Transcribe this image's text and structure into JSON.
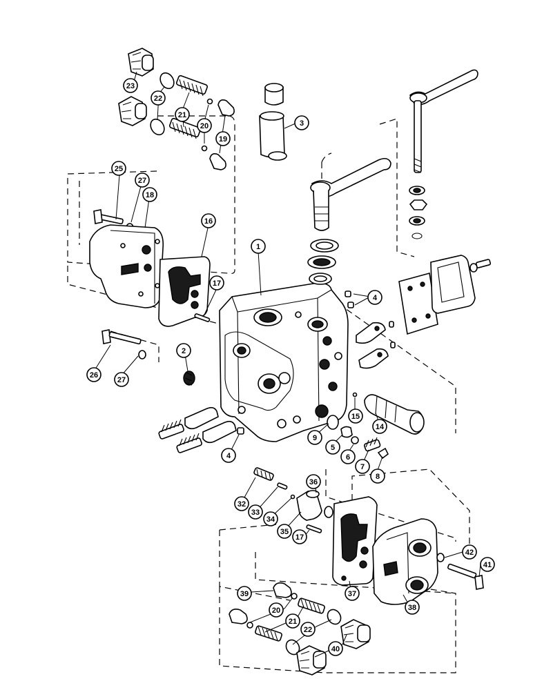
{
  "figure": {
    "callouts": [
      {
        "id": "c23a",
        "label": "23"
      },
      {
        "id": "c22a",
        "label": "22"
      },
      {
        "id": "c21a",
        "label": "21"
      },
      {
        "id": "c20a",
        "label": "20"
      },
      {
        "id": "c19a",
        "label": "19"
      },
      {
        "id": "c3",
        "label": "3"
      },
      {
        "id": "c25",
        "label": "25"
      },
      {
        "id": "c27a",
        "label": "27"
      },
      {
        "id": "c18",
        "label": "18"
      },
      {
        "id": "c16",
        "label": "16"
      },
      {
        "id": "c1",
        "label": "1"
      },
      {
        "id": "c17a",
        "label": "17"
      },
      {
        "id": "c4a",
        "label": "4"
      },
      {
        "id": "c26",
        "label": "26"
      },
      {
        "id": "c27b",
        "label": "27"
      },
      {
        "id": "c2",
        "label": "2"
      },
      {
        "id": "c4b",
        "label": "4"
      },
      {
        "id": "c15",
        "label": "15"
      },
      {
        "id": "c14",
        "label": "14"
      },
      {
        "id": "c9",
        "label": "9"
      },
      {
        "id": "c5",
        "label": "5"
      },
      {
        "id": "c6",
        "label": "6"
      },
      {
        "id": "c7",
        "label": "7"
      },
      {
        "id": "c8",
        "label": "8"
      },
      {
        "id": "c36",
        "label": "36"
      },
      {
        "id": "c32",
        "label": "32"
      },
      {
        "id": "c33",
        "label": "33"
      },
      {
        "id": "c34",
        "label": "34"
      },
      {
        "id": "c35",
        "label": "35"
      },
      {
        "id": "c17b",
        "label": "17"
      },
      {
        "id": "c42",
        "label": "42"
      },
      {
        "id": "c41",
        "label": "41"
      },
      {
        "id": "c37",
        "label": "37"
      },
      {
        "id": "c39",
        "label": "39"
      },
      {
        "id": "c20b",
        "label": "20"
      },
      {
        "id": "c21b",
        "label": "21"
      },
      {
        "id": "c22b",
        "label": "22"
      },
      {
        "id": "c38",
        "label": "38"
      },
      {
        "id": "c40",
        "label": "40"
      }
    ]
  }
}
